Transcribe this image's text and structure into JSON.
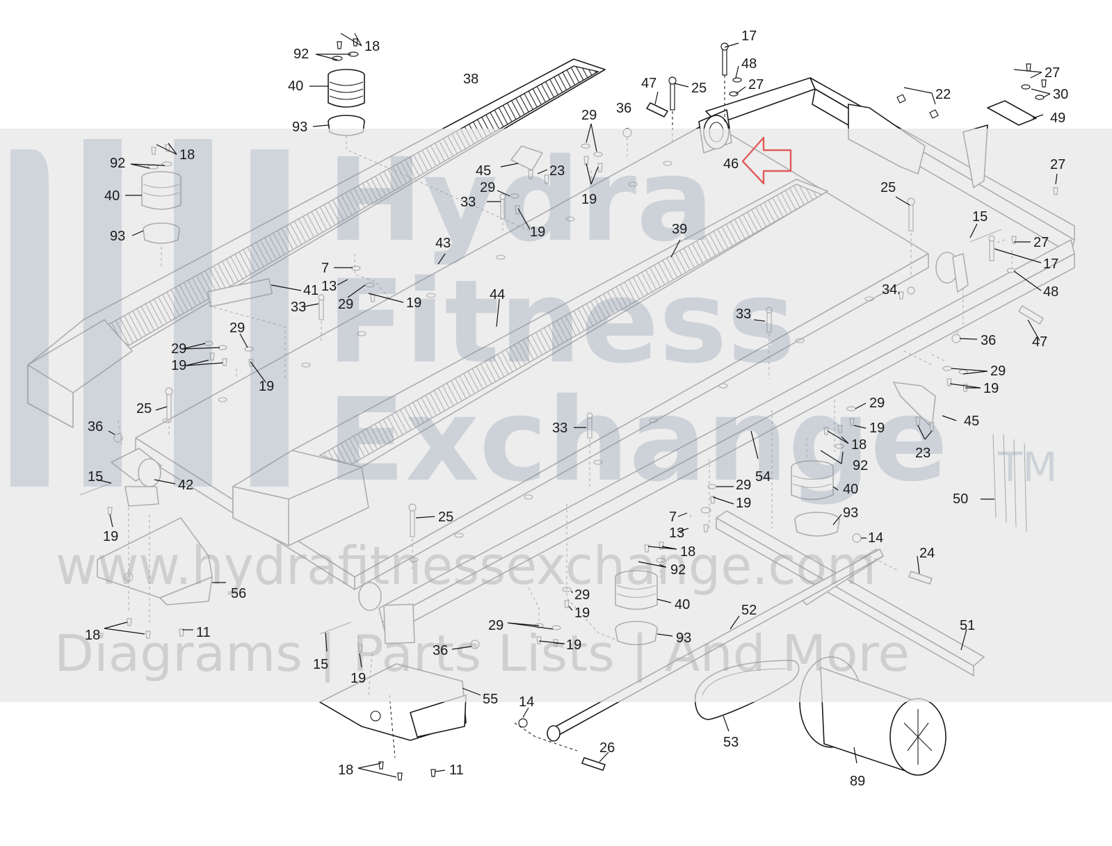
{
  "watermark": {
    "line1": "Hydra",
    "line2": "Fitness",
    "line3": "Exchange",
    "tm": "TM",
    "url": "www.hydrafitnessexchange.com",
    "tagline": "Diagrams | Parts Lists | And More"
  },
  "highlight": {
    "part": "46",
    "arrow_color": "#e05a5a"
  },
  "callouts": [
    {
      "id": "c01",
      "label": "18"
    },
    {
      "id": "c02",
      "label": "92"
    },
    {
      "id": "c03",
      "label": "40"
    },
    {
      "id": "c04",
      "label": "93"
    },
    {
      "id": "c05",
      "label": "38"
    },
    {
      "id": "c06",
      "label": "18"
    },
    {
      "id": "c07",
      "label": "92"
    },
    {
      "id": "c08",
      "label": "40"
    },
    {
      "id": "c09",
      "label": "93"
    },
    {
      "id": "c10",
      "label": "17"
    },
    {
      "id": "c11",
      "label": "48"
    },
    {
      "id": "c12",
      "label": "27"
    },
    {
      "id": "c13",
      "label": "47"
    },
    {
      "id": "c14",
      "label": "25"
    },
    {
      "id": "c15",
      "label": "36"
    },
    {
      "id": "c16",
      "label": "29"
    },
    {
      "id": "c17",
      "label": "45"
    },
    {
      "id": "c18",
      "label": "23"
    },
    {
      "id": "c19",
      "label": "19"
    },
    {
      "id": "c20",
      "label": "46"
    },
    {
      "id": "c21",
      "label": "22"
    },
    {
      "id": "c22",
      "label": "27"
    },
    {
      "id": "c23",
      "label": "30"
    },
    {
      "id": "c24",
      "label": "49"
    },
    {
      "id": "c25",
      "label": "27"
    },
    {
      "id": "c26",
      "label": "29"
    },
    {
      "id": "c27",
      "label": "33"
    },
    {
      "id": "c28",
      "label": "19"
    },
    {
      "id": "c29",
      "label": "43"
    },
    {
      "id": "c30",
      "label": "39"
    },
    {
      "id": "c31",
      "label": "25"
    },
    {
      "id": "c32",
      "label": "15"
    },
    {
      "id": "c33",
      "label": "27"
    },
    {
      "id": "c34",
      "label": "17"
    },
    {
      "id": "c35",
      "label": "48"
    },
    {
      "id": "c36",
      "label": "7"
    },
    {
      "id": "c37",
      "label": "13"
    },
    {
      "id": "c38",
      "label": "29"
    },
    {
      "id": "c39",
      "label": "19"
    },
    {
      "id": "c40",
      "label": "41"
    },
    {
      "id": "c41",
      "label": "33"
    },
    {
      "id": "c42",
      "label": "44"
    },
    {
      "id": "c43",
      "label": "34"
    },
    {
      "id": "c44",
      "label": "29"
    },
    {
      "id": "c45",
      "label": "29"
    },
    {
      "id": "c46",
      "label": "19"
    },
    {
      "id": "c47",
      "label": "19"
    },
    {
      "id": "c48",
      "label": "33"
    },
    {
      "id": "c49",
      "label": "36"
    },
    {
      "id": "c50",
      "label": "47"
    },
    {
      "id": "c51",
      "label": "25"
    },
    {
      "id": "c52",
      "label": "36"
    },
    {
      "id": "c53",
      "label": "29"
    },
    {
      "id": "c54",
      "label": "19"
    },
    {
      "id": "c55",
      "label": "29"
    },
    {
      "id": "c56",
      "label": "19"
    },
    {
      "id": "c57",
      "label": "45"
    },
    {
      "id": "c58",
      "label": "33"
    },
    {
      "id": "c59",
      "label": "18"
    },
    {
      "id": "c60",
      "label": "92"
    },
    {
      "id": "c61",
      "label": "23"
    },
    {
      "id": "c62",
      "label": "15"
    },
    {
      "id": "c63",
      "label": "42"
    },
    {
      "id": "c64",
      "label": "54"
    },
    {
      "id": "c65",
      "label": "40"
    },
    {
      "id": "c66",
      "label": "50"
    },
    {
      "id": "c67",
      "label": "19"
    },
    {
      "id": "c68",
      "label": "29"
    },
    {
      "id": "c69",
      "label": "19"
    },
    {
      "id": "c70",
      "label": "25"
    },
    {
      "id": "c71",
      "label": "7"
    },
    {
      "id": "c72",
      "label": "93"
    },
    {
      "id": "c73",
      "label": "13"
    },
    {
      "id": "c74",
      "label": "14"
    },
    {
      "id": "c75",
      "label": "18"
    },
    {
      "id": "c76",
      "label": "92"
    },
    {
      "id": "c77",
      "label": "24"
    },
    {
      "id": "c78",
      "label": "56"
    },
    {
      "id": "c79",
      "label": "29"
    },
    {
      "id": "c80",
      "label": "19"
    },
    {
      "id": "c81",
      "label": "40"
    },
    {
      "id": "c82",
      "label": "18"
    },
    {
      "id": "c83",
      "label": "11"
    },
    {
      "id": "c84",
      "label": "52"
    },
    {
      "id": "c85",
      "label": "29"
    },
    {
      "id": "c86",
      "label": "19"
    },
    {
      "id": "c87",
      "label": "51"
    },
    {
      "id": "c88",
      "label": "93"
    },
    {
      "id": "c89",
      "label": "15"
    },
    {
      "id": "c90",
      "label": "36"
    },
    {
      "id": "c91",
      "label": "19"
    },
    {
      "id": "c92",
      "label": "55"
    },
    {
      "id": "c93",
      "label": "14"
    },
    {
      "id": "c94",
      "label": "26"
    },
    {
      "id": "c95",
      "label": "53"
    },
    {
      "id": "c96",
      "label": "18"
    },
    {
      "id": "c97",
      "label": "11"
    },
    {
      "id": "c98",
      "label": "89"
    }
  ]
}
